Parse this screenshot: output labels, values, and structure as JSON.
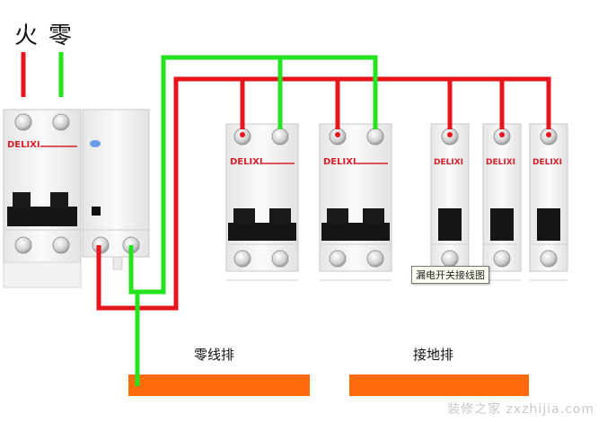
{
  "labels": {
    "live": "火",
    "neutral": "零",
    "neutral_bar": "零线排",
    "ground_bar": "接地排"
  },
  "brand": "DELIXI",
  "tooltip": "漏电开关接线图",
  "watermark": "装修之家  zxzhijia.com",
  "colors": {
    "live_wire": "#e8141b",
    "neutral_wire": "#22e51e",
    "bus_bar": "#ff6a0a",
    "brand_text": "#d4202a",
    "breaker_body": "#f2f2f2",
    "toggle": "#151515"
  },
  "breakers": [
    {
      "name": "main-2p",
      "poles": 2
    },
    {
      "name": "leakage-module",
      "poles": 2
    },
    {
      "name": "branch-2p-1",
      "poles": 2
    },
    {
      "name": "branch-2p-2",
      "poles": 2
    },
    {
      "name": "branch-1p-1",
      "poles": 1
    },
    {
      "name": "branch-1p-2",
      "poles": 1
    },
    {
      "name": "branch-1p-3",
      "poles": 1
    }
  ]
}
